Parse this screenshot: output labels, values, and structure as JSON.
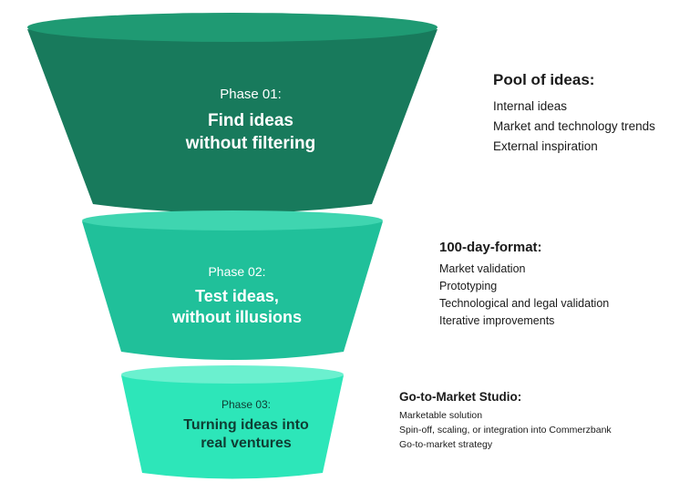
{
  "colors": {
    "phase1": "#187a5c",
    "phase1_top": "#1f9a73",
    "phase2": "#20c09a",
    "phase2_top": "#3fd5b0",
    "phase3": "#2de6b9",
    "phase3_top": "#6bf0cf",
    "text_dark": "#1a1a1a"
  },
  "phases": [
    {
      "number": "Phase 01:",
      "title_line1": "Find ideas",
      "title_line2": "without filtering",
      "heading": "Pool of ideas:",
      "items": [
        "Internal ideas",
        "Market and technology trends",
        "External inspiration"
      ]
    },
    {
      "number": "Phase 02:",
      "title_line1": "Test ideas,",
      "title_line2": "without illusions",
      "heading": "100-day-format:",
      "items": [
        "Market validation",
        "Prototyping",
        "Technological and legal validation",
        "Iterative improvements"
      ]
    },
    {
      "number": "Phase 03:",
      "title_line1": "Turning ideas into",
      "title_line2": "real ventures",
      "heading": "Go-to-Market Studio:",
      "items": [
        "Marketable solution",
        "Spin-off, scaling, or integration into Commerzbank",
        "Go-to-market strategy"
      ]
    }
  ]
}
